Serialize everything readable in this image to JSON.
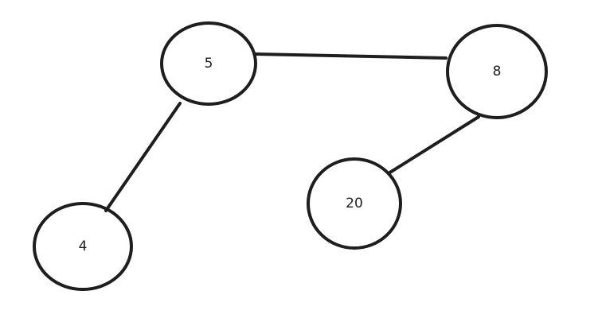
{
  "nodes": [
    {
      "id": "n5",
      "label": "5"
    },
    {
      "id": "n8",
      "label": "8"
    },
    {
      "id": "n4",
      "label": "4"
    },
    {
      "id": "n20",
      "label": "20"
    }
  ],
  "edges": [
    {
      "from": "n5",
      "to": "n8"
    },
    {
      "from": "n5",
      "to": "n4"
    },
    {
      "from": "n8",
      "to": "n20"
    }
  ],
  "colors": {
    "stroke": "#1e1e1e",
    "background": "#ffffff"
  }
}
